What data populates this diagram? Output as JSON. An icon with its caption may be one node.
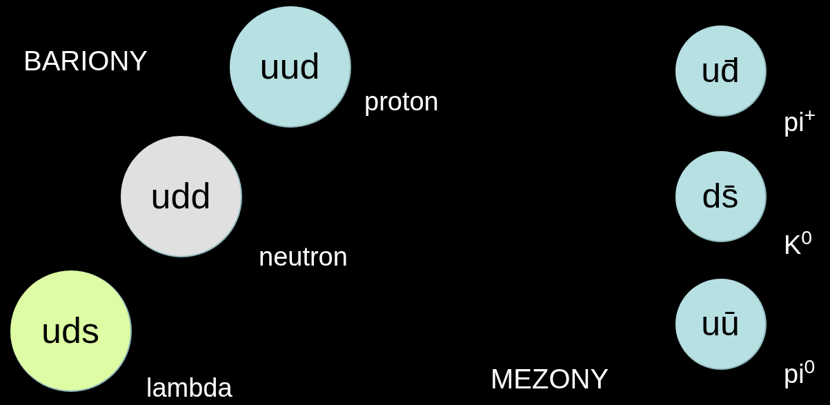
{
  "diagram": {
    "nodes": [
      {
        "text": [
          "uud"
        ],
        "beside": [
          "proton"
        ]
      },
      {
        "text": [
          "udd"
        ],
        "beside": [
          "neutron"
        ]
      },
      {
        "text": [
          "uds"
        ],
        "beside": [
          "lambda"
        ]
      },
      {
        "text": [
          "ud̄"
        ],
        "beside": [
          "pi$^{+}$"
        ]
      },
      {
        "text": [
          "ds̄"
        ],
        "beside": [
          "K$^{0}$"
        ]
      },
      {
        "text": [
          "uū"
        ],
        "beside": [
          "pi$^{0}$"
        ]
      }
    ],
    "labels": [
      "BARIONY",
      "MEZONY"
    ]
  }
}
